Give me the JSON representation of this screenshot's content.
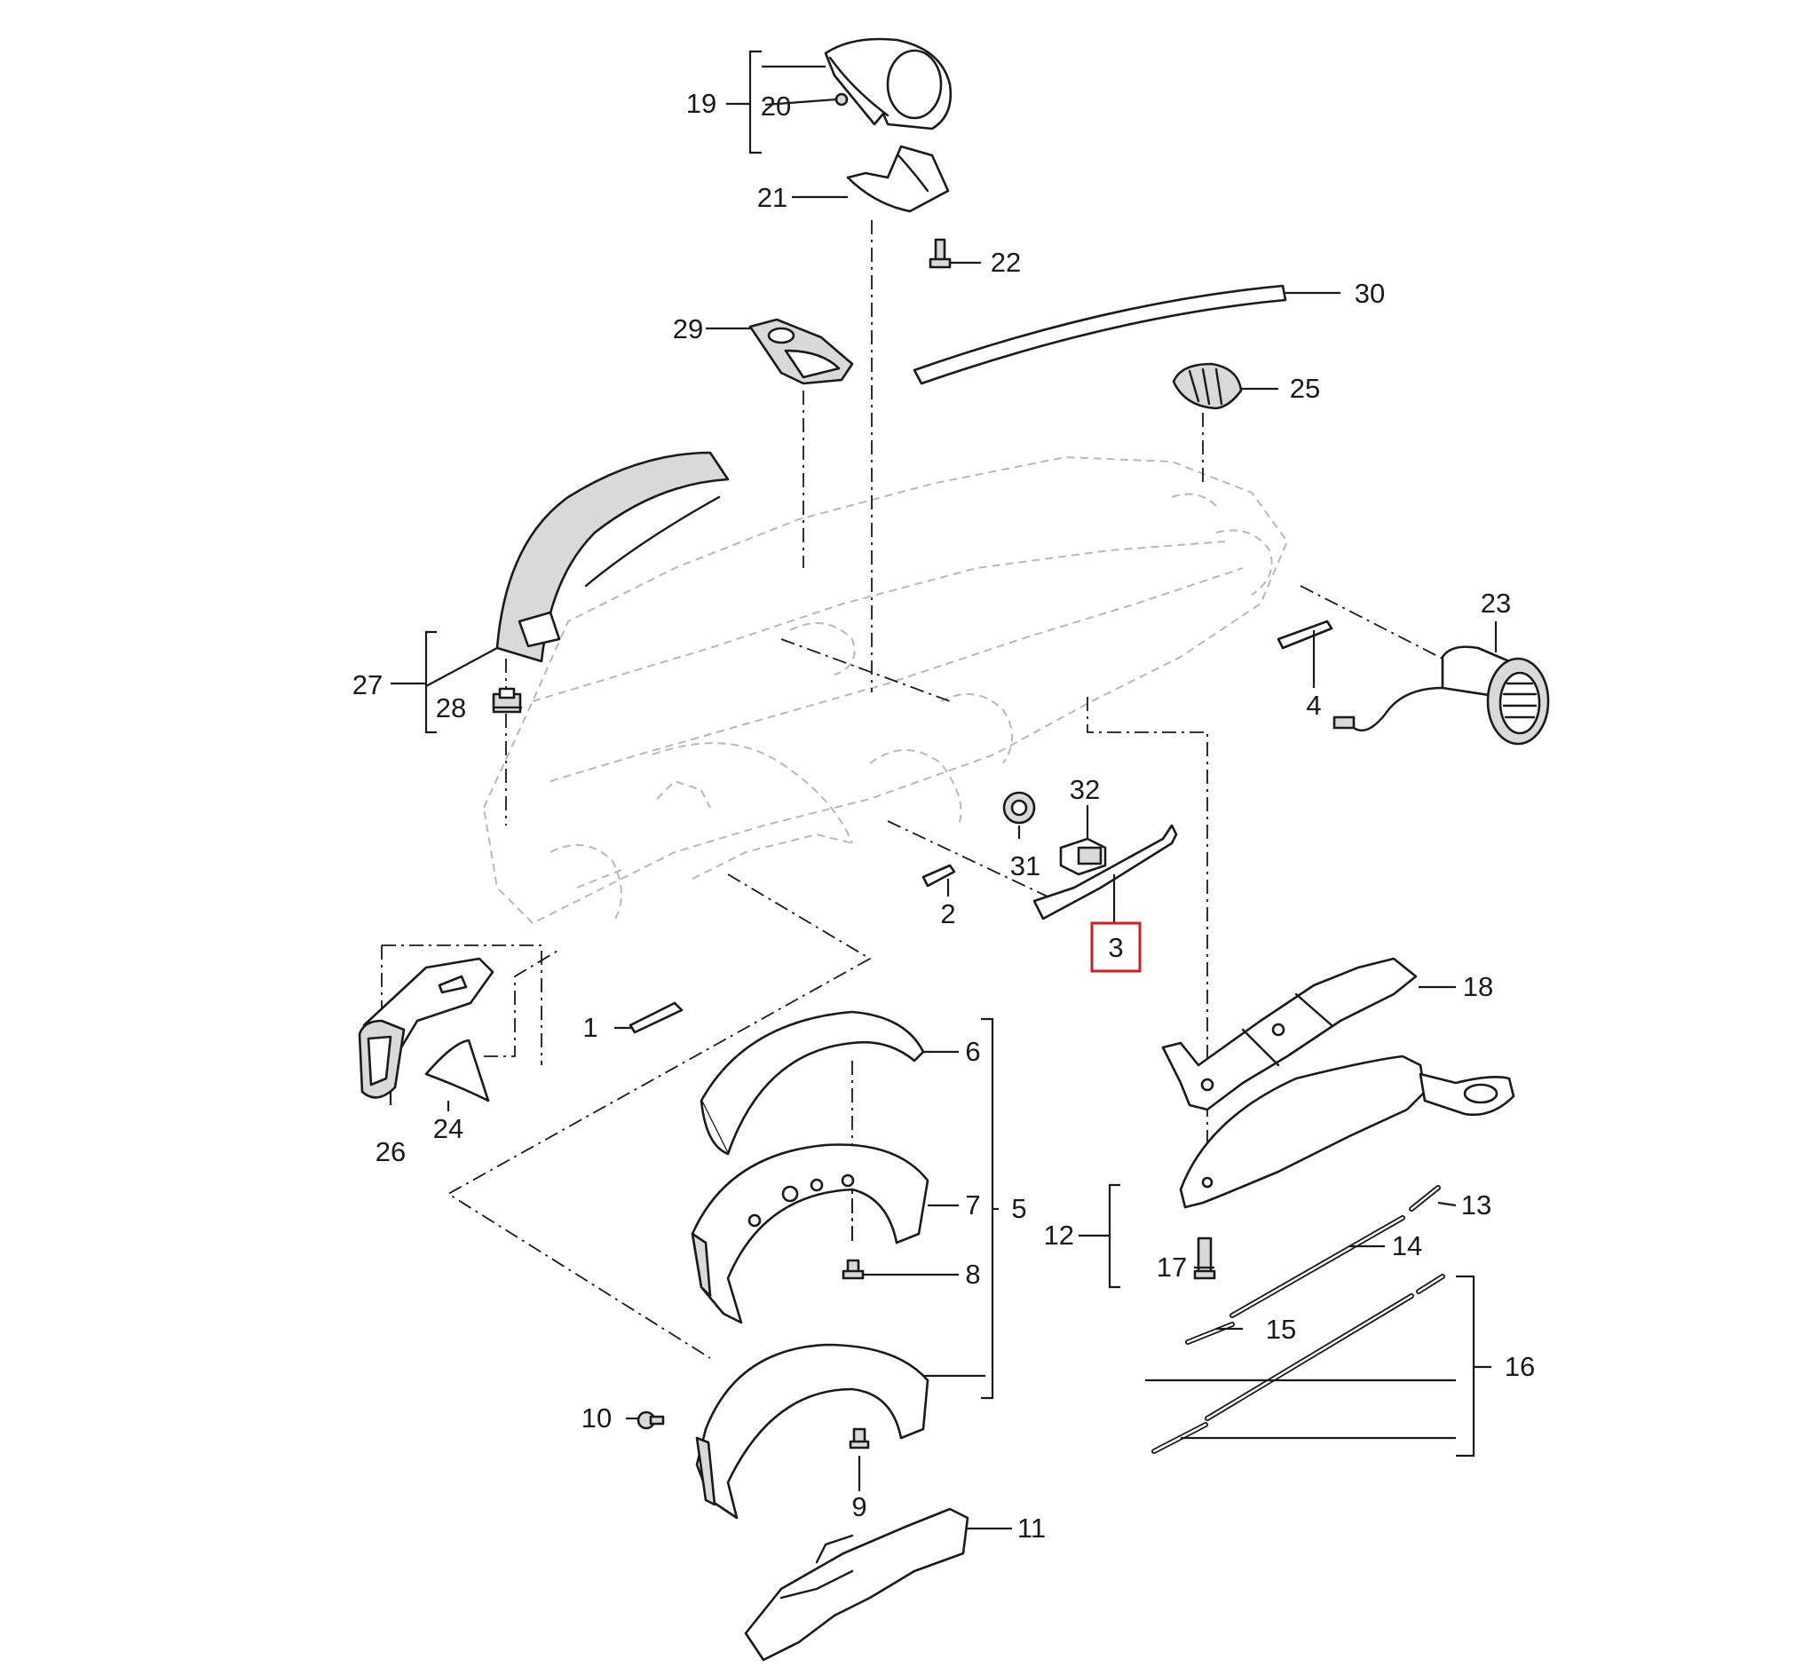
{
  "callouts": [
    "1",
    "2",
    "3",
    "4",
    "5",
    "6",
    "7",
    "8",
    "9",
    "10",
    "11",
    "12",
    "13",
    "14",
    "15",
    "16",
    "17",
    "18",
    "19",
    "20",
    "21",
    "22",
    "23",
    "24",
    "25",
    "26",
    "27",
    "28",
    "29",
    "30",
    "31",
    "32"
  ],
  "highlighted_callout": "3",
  "colors": {
    "highlight": "#cc1f1f",
    "ink": "#1a1a1a",
    "ghost": "#b8b8b8"
  }
}
